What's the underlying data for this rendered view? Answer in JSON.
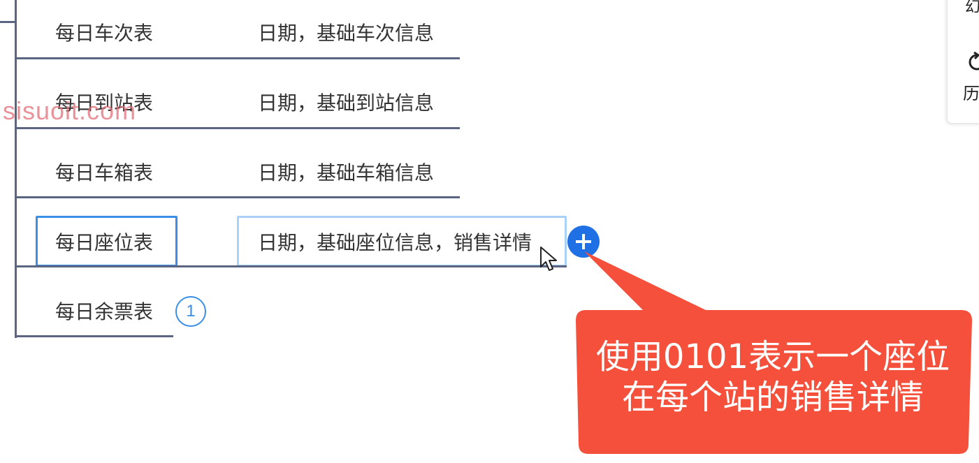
{
  "rows": [
    {
      "table": "每日车次表",
      "content": "日期，基础车次信息"
    },
    {
      "table": "每日到站表",
      "content": "日期，基础到站信息"
    },
    {
      "table": "每日车箱表",
      "content": "日期，基础车箱信息"
    },
    {
      "table": "每日座位表",
      "content": "日期，基础座位信息，销售详情"
    },
    {
      "table": "每日余票表",
      "content": ""
    }
  ],
  "badge": "1",
  "watermark": "sisuoit.com",
  "callout": {
    "line1": "使用0101表示一个座位",
    "line2": "在每个站的销售详情",
    "color": "#f5503c"
  },
  "right_panel": {
    "top_label": "幻",
    "bottom_label": "历",
    "icon": "history-icon"
  },
  "colors": {
    "accent": "#3a8ee6",
    "add_button": "#1f6fe5",
    "line": "#5b6480"
  }
}
